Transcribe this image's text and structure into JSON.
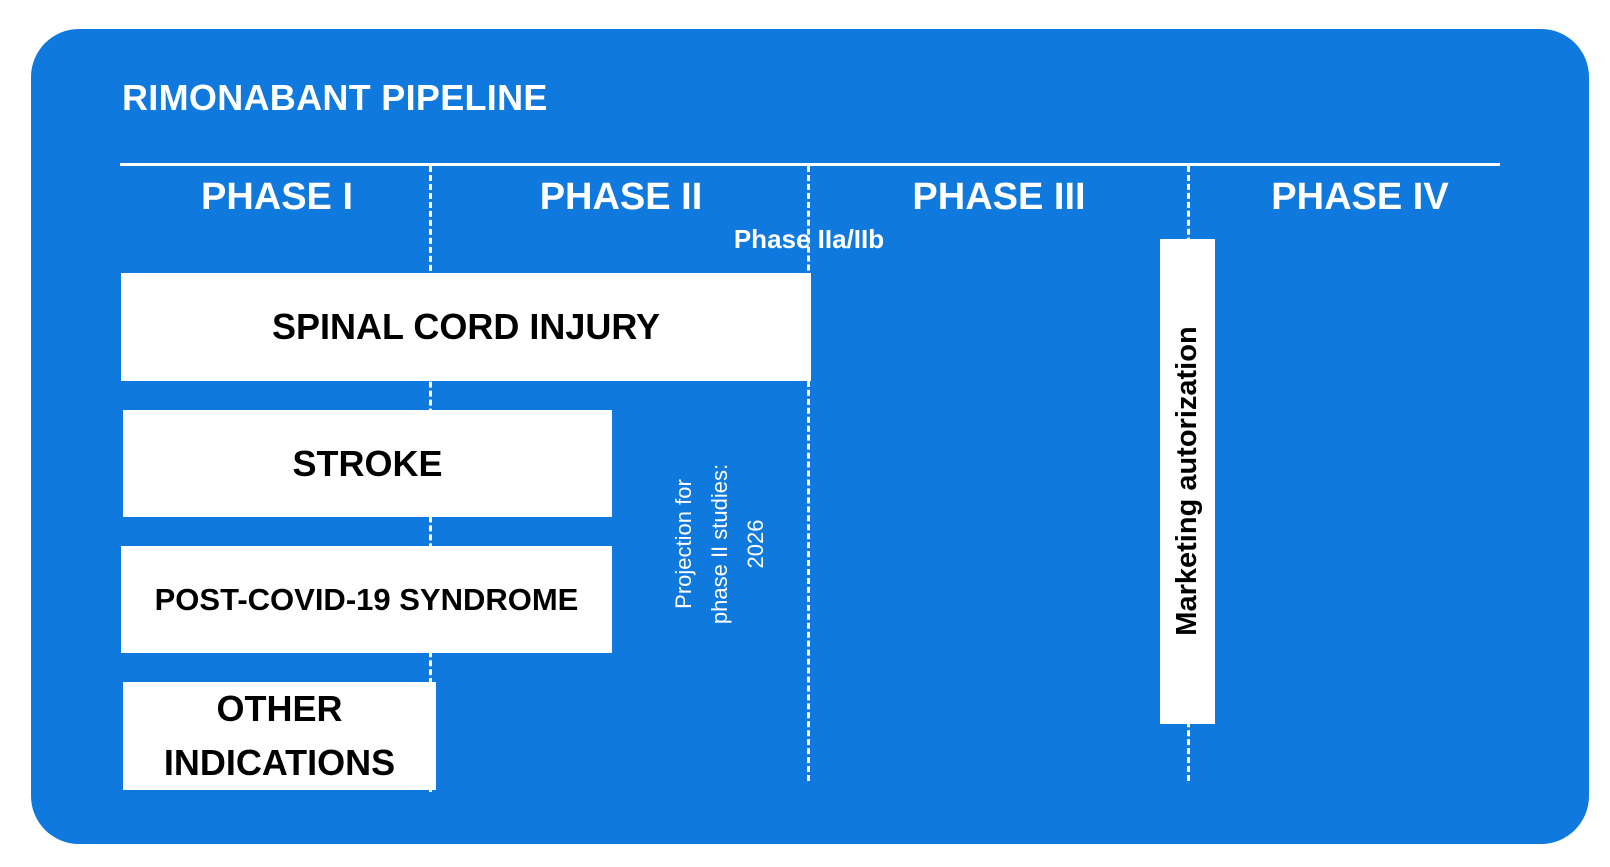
{
  "title": "RIMONABANT PIPELINE",
  "phases": [
    "PHASE I",
    "PHASE II",
    "PHASE III",
    "PHASE IV"
  ],
  "phase_sublabel": "Phase IIa/IIb",
  "indications": [
    {
      "label": "SPINAL CORD INJURY",
      "extends_to": "end of Phase II"
    },
    {
      "label": "STROKE",
      "extends_to": "mid Phase II"
    },
    {
      "label": "POST-COVID-19 SYNDROME",
      "extends_to": "mid Phase II"
    },
    {
      "label": "OTHER INDICATIONS",
      "extends_to": "end of Phase I"
    }
  ],
  "projection_note": {
    "line1": "Projection for",
    "line2": "phase II studies:",
    "line3": "2026"
  },
  "marketing_label": "Marketing autorization",
  "colors": {
    "panel_background": "#1079dd",
    "bar_fill": "#ffffff",
    "text_on_panel": "#ffffff",
    "text_on_bar": "#000000"
  }
}
